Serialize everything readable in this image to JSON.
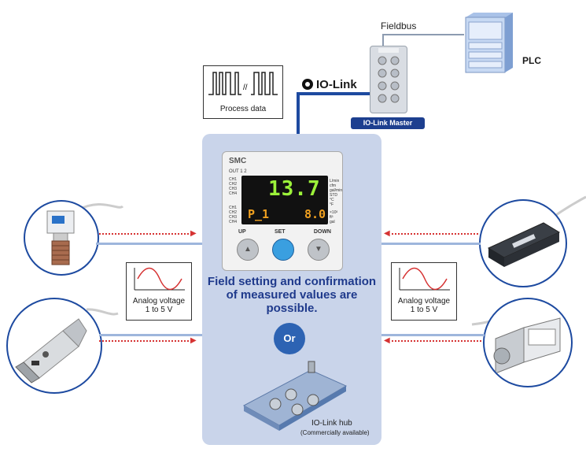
{
  "labels": {
    "fieldbus": "Fieldbus",
    "plc": "PLC",
    "iolink_brand": "IO-Link",
    "iolink_master": "IO-Link Master",
    "process_data": "Process data",
    "main_text": "Field setting and confirmation of measured values are possible.",
    "or": "Or",
    "hub_title": "IO-Link hub",
    "hub_note": "(Commercially available)",
    "analog_left_line1": "Analog voltage",
    "analog_left_line2": "1 to 5 V",
    "analog_right_line1": "Analog voltage",
    "analog_right_line2": "1 to 5 V"
  },
  "device": {
    "brand": "SMC",
    "out_label": "OUT 1 2",
    "channels_top": [
      "CH1",
      "CH2",
      "CH3",
      "CH4"
    ],
    "channels_bottom": [
      "CH1",
      "CH2",
      "CH3",
      "CH4"
    ],
    "main_reading": "13.7",
    "sub_left": "P_1",
    "sub_right": "8.0",
    "units_top": [
      "L/min",
      "cfm",
      "gal/min",
      "STD",
      "°C",
      "°F"
    ],
    "units_bottom": [
      "×10³",
      "ft³",
      "gal"
    ],
    "buttons": [
      "UP",
      "SET",
      "DOWN"
    ]
  },
  "colors": {
    "panel": "#c9d4ea",
    "accent_blue": "#1f3a8c",
    "arrow_red": "#d63333",
    "display_green": "#9cf23a"
  }
}
